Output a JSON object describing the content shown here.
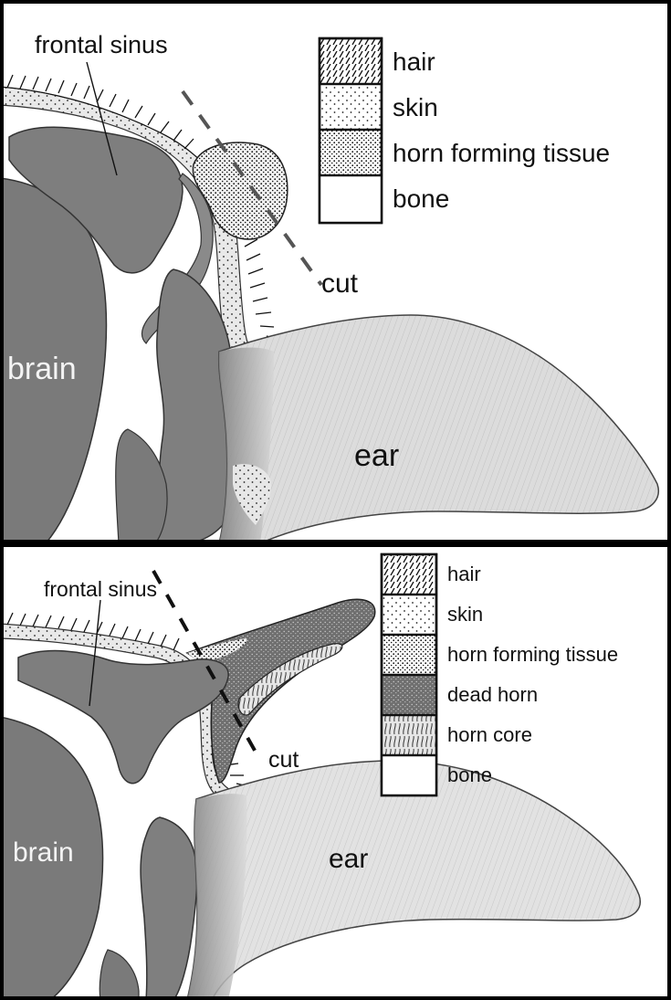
{
  "panels": [
    {
      "structure_labels": {
        "frontal_sinus": "frontal sinus",
        "brain": "brain",
        "ear": "ear",
        "cut": "cut"
      },
      "legend": [
        {
          "label": "hair",
          "pattern": "hair-pattern"
        },
        {
          "label": "skin",
          "pattern": "skin-pattern"
        },
        {
          "label": "horn forming tissue",
          "pattern": "horn-forming-tissue-pattern"
        },
        {
          "label": "bone",
          "pattern": "bone-pattern"
        }
      ]
    },
    {
      "structure_labels": {
        "frontal_sinus": "frontal sinus",
        "brain": "brain",
        "ear": "ear",
        "cut": "cut"
      },
      "legend": [
        {
          "label": "hair",
          "pattern": "hair-pattern"
        },
        {
          "label": "skin",
          "pattern": "skin-pattern"
        },
        {
          "label": "horn forming tissue",
          "pattern": "horn-forming-tissue-pattern"
        },
        {
          "label": "dead horn",
          "pattern": "dead-horn-pattern"
        },
        {
          "label": "horn core",
          "pattern": "horn-core-pattern"
        },
        {
          "label": "bone",
          "pattern": "bone-pattern"
        }
      ]
    }
  ],
  "colors": {
    "tissue_dark": "#7d7d7d",
    "ear_light": "#d9d9d9",
    "skin_band": "#e6e6e6",
    "outline": "#2b2b2b",
    "border": "#000000"
  }
}
